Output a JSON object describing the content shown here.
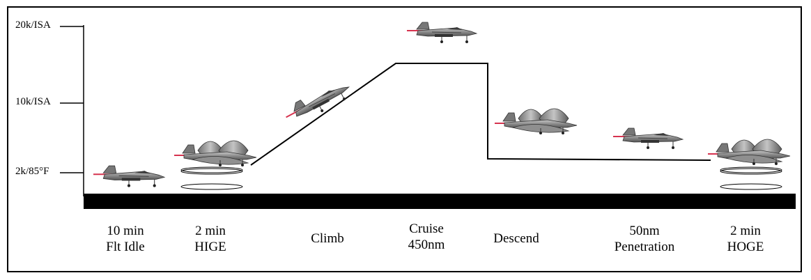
{
  "y_axis": {
    "ticks": [
      {
        "label": "20k/ISA"
      },
      {
        "label": "10k/ISA"
      },
      {
        "label": "2k/85°F"
      }
    ]
  },
  "phases": [
    {
      "lines": [
        "10 min",
        "Flt Idle"
      ]
    },
    {
      "lines": [
        "2 min",
        "HIGE"
      ]
    },
    {
      "lines": [
        "Climb"
      ]
    },
    {
      "lines": [
        "Cruise",
        "450nm"
      ]
    },
    {
      "lines": [
        "Descend"
      ]
    },
    {
      "lines": [
        "50nm",
        "Penetration"
      ]
    },
    {
      "lines": [
        "2 min",
        "HOGE"
      ]
    }
  ],
  "icons": {
    "aircraft": "aircraft-icon",
    "rotor_hover": "rotor-fan-icon"
  },
  "colors": {
    "ground": "#000000",
    "aircraft_body": "#8a8a8a",
    "exhaust": "#d6334f"
  }
}
